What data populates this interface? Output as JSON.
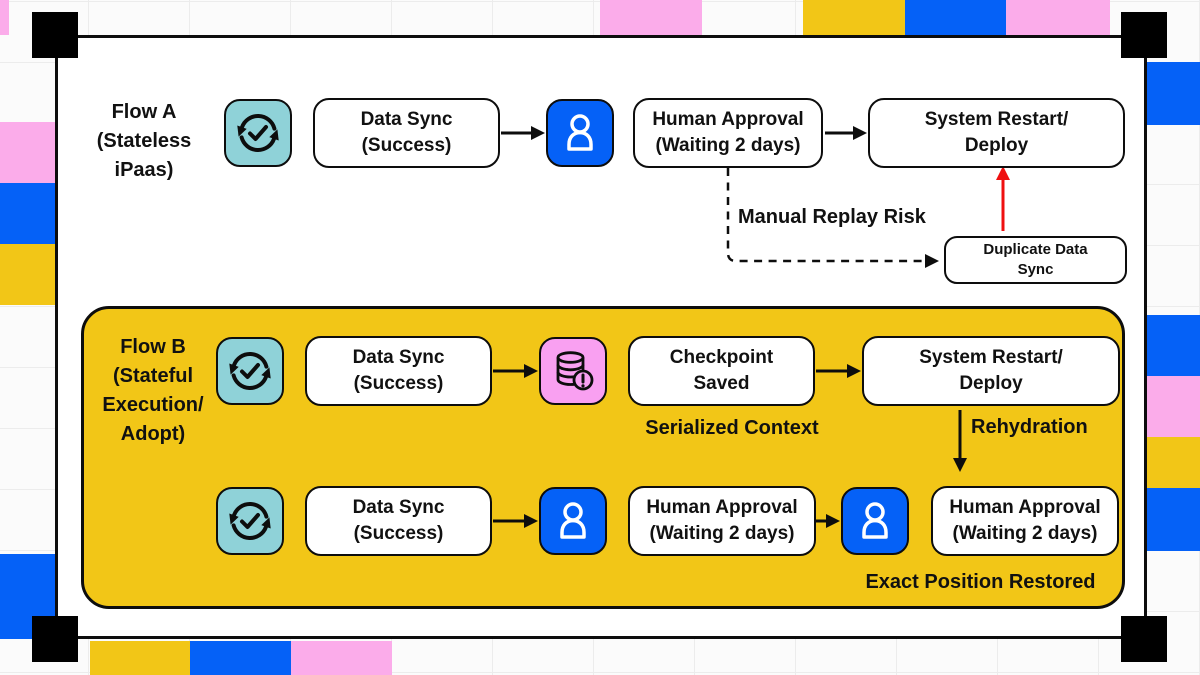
{
  "colors": {
    "yellow": "#F2C617",
    "blue": "#0561F7",
    "pink": "#FBACEA",
    "icon_pink": "#F9A0F1",
    "teal": "#8FD2D8",
    "red": "#EF1010",
    "ink": "#0D0D0D"
  },
  "flow_a": {
    "label": "Flow A\n(Stateless\niPaas)",
    "data_sync": "Data Sync\n(Success)",
    "human_approval": "Human Approval\n(Waiting 2 days)",
    "system_restart": "System Restart/\nDeploy",
    "duplicate_sync": "Duplicate Data\nSync",
    "manual_replay_risk": "Manual Replay Risk"
  },
  "flow_b": {
    "label": "Flow B\n(Stateful\nExecution/\nAdopt)",
    "row1": {
      "data_sync": "Data Sync\n(Success)",
      "checkpoint": "Checkpoint\nSaved",
      "system_restart": "System Restart/\nDeploy",
      "serialized_context": "Serialized Context",
      "rehydration": "Rehydration"
    },
    "row2": {
      "data_sync": "Data Sync\n(Success)",
      "human_approval_wait": "Human Approval\n(Waiting 2 days)",
      "human_approval_restored": "Human Approval\n(Waiting 2 days)",
      "exact_position": "Exact Position Restored"
    }
  },
  "icons": {
    "sync": "sync-check-icon",
    "user": "user-icon",
    "database": "database-alert-icon"
  }
}
